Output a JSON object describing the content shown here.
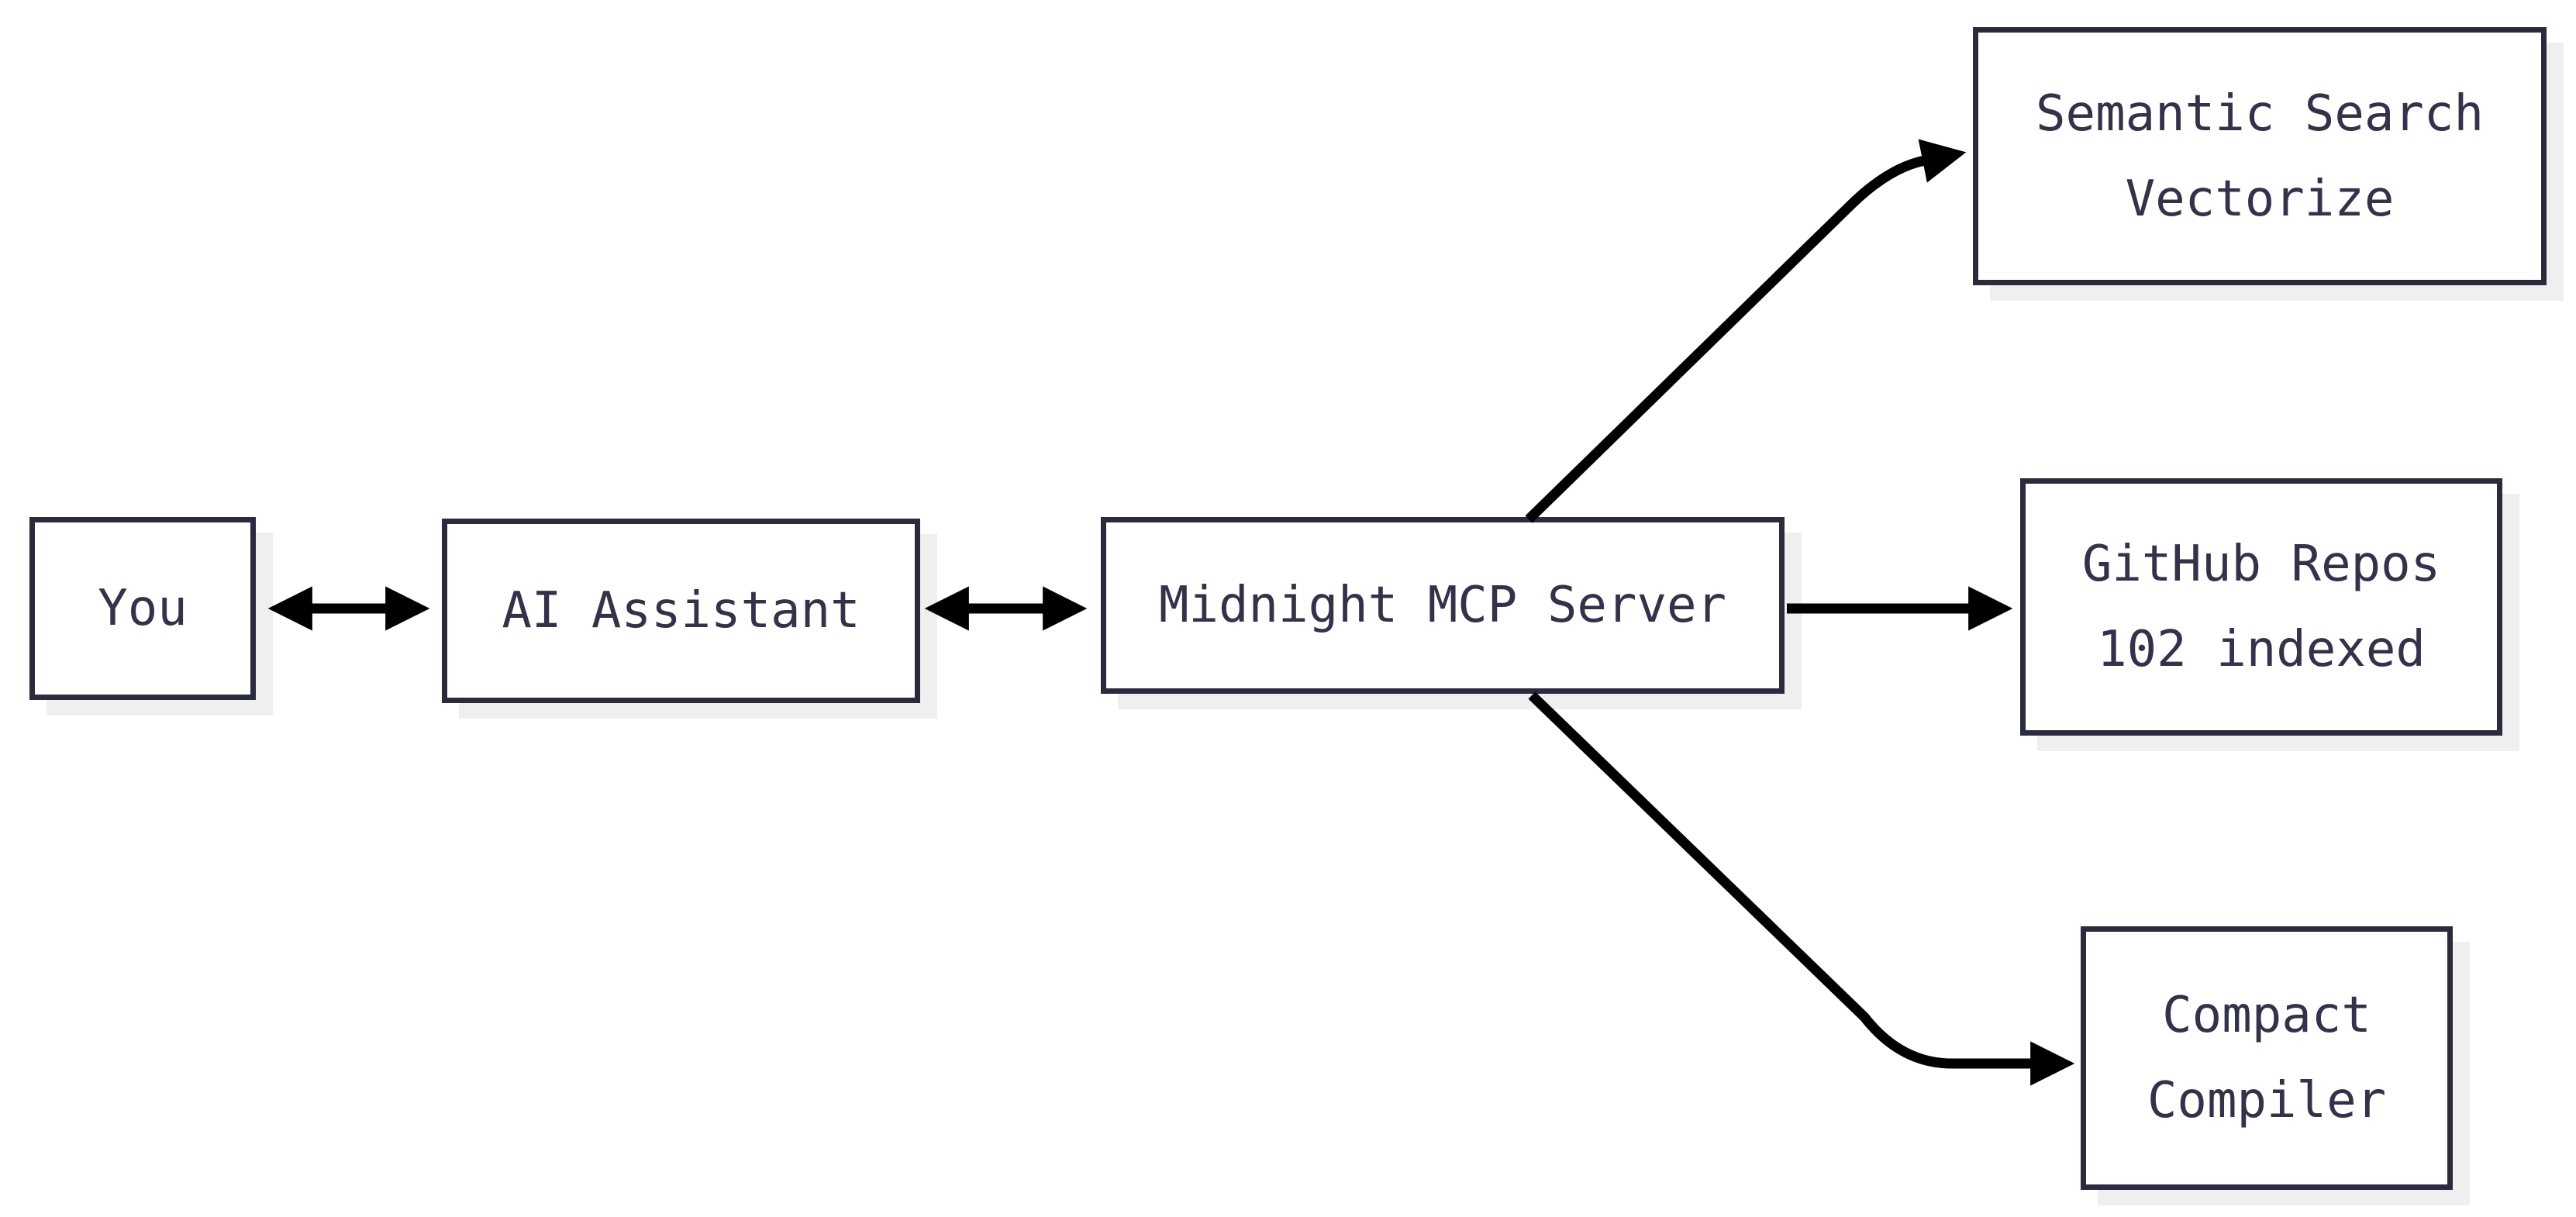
{
  "diagram": {
    "title": "Midnight MCP Server architecture diagram",
    "colors": {
      "node_border": "#2a2b3c",
      "node_text": "#32324a",
      "node_fill": "#ffffff",
      "shadow": "#efefef",
      "arrow": "#000000"
    },
    "nodes": {
      "you": {
        "label": "You"
      },
      "ai_assistant": {
        "label": "AI Assistant"
      },
      "mcp_server": {
        "label": "Midnight MCP Server"
      },
      "semantic_search": {
        "line1": "Semantic Search",
        "line2": "Vectorize"
      },
      "github_repos": {
        "line1": "GitHub Repos",
        "line2": "102 indexed"
      },
      "compact_compiler": {
        "line1": "Compact",
        "line2": "Compiler"
      }
    },
    "edges": [
      {
        "from": "you",
        "to": "ai_assistant",
        "direction": "both"
      },
      {
        "from": "ai_assistant",
        "to": "mcp_server",
        "direction": "both"
      },
      {
        "from": "mcp_server",
        "to": "semantic_search",
        "direction": "forward"
      },
      {
        "from": "mcp_server",
        "to": "github_repos",
        "direction": "forward"
      },
      {
        "from": "mcp_server",
        "to": "compact_compiler",
        "direction": "forward"
      }
    ]
  }
}
